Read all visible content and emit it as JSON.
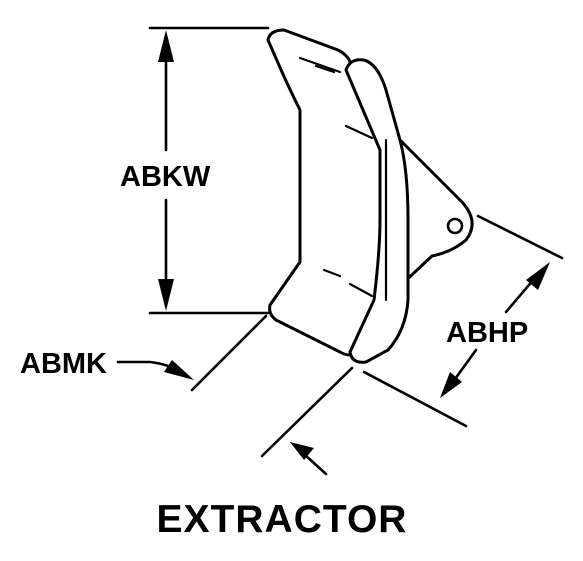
{
  "diagram": {
    "caption": "EXTRACTOR",
    "dimensions": {
      "height_label": "ABKW",
      "width_label": "ABHP",
      "thickness_label": "ABMK"
    },
    "colors": {
      "ink": "#000000",
      "background": "#ffffff"
    }
  }
}
